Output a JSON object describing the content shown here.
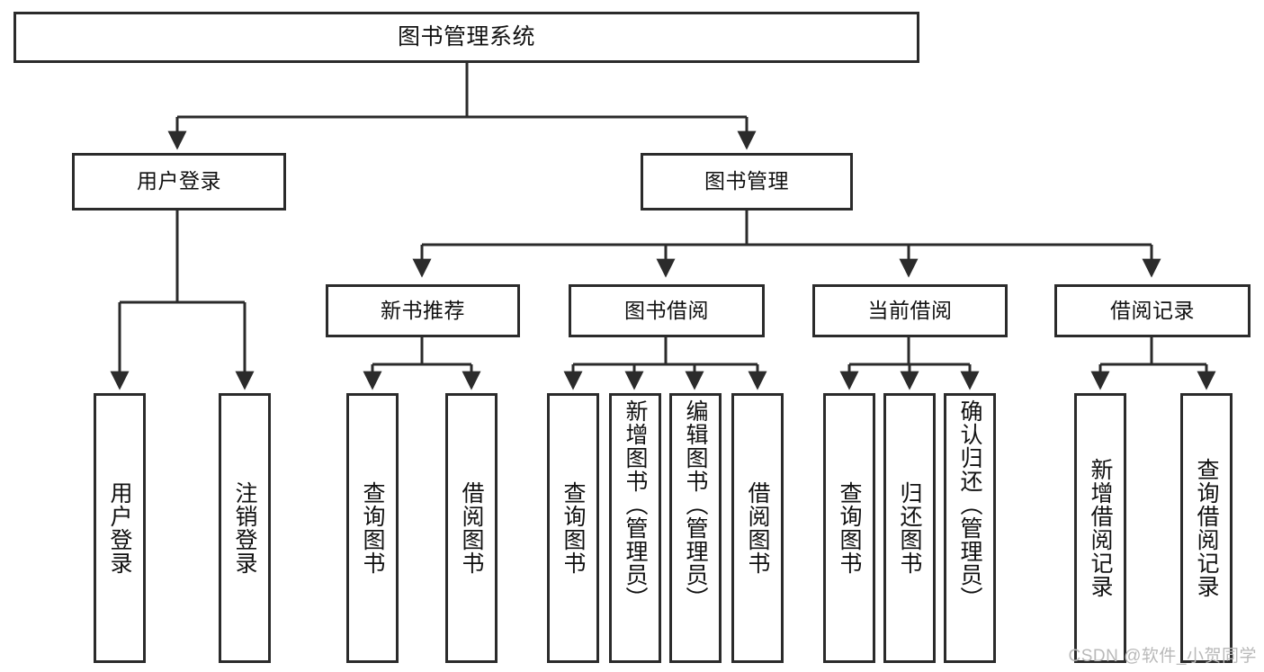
{
  "diagram": {
    "type": "tree-hierarchy",
    "title": "图书管理系统",
    "watermark": "CSDN @软件_小贺同学",
    "colors": {
      "stroke": "#2b2b2b",
      "fill": "#ffffff",
      "text": "#111111",
      "watermark": "#b9b9b9"
    },
    "nodes": {
      "root": "图书管理系统",
      "level2": {
        "user_login": "用户登录",
        "book_manage": "图书管理"
      },
      "level3": {
        "new_book_recommend": "新书推荐",
        "book_borrow": "图书借阅",
        "current_borrow": "当前借阅",
        "borrow_record": "借阅记录"
      },
      "leaves": {
        "user_login_children": [
          "用户登录",
          "注销登录"
        ],
        "new_book_recommend_children": [
          "查询图书",
          "借阅图书"
        ],
        "book_borrow_children": [
          "查询图书",
          "新增图书（管理员）",
          "编辑图书（管理员）",
          "借阅图书"
        ],
        "current_borrow_children": [
          "查询图书",
          "归还图书",
          "确认归还（管理员）"
        ],
        "borrow_record_children": [
          "新增借阅记录",
          "查询借阅记录"
        ]
      }
    }
  }
}
